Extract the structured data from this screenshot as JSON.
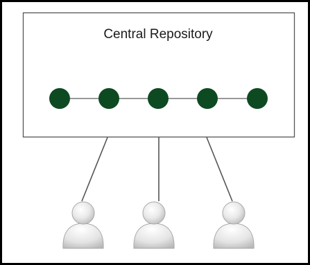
{
  "diagram": {
    "title": "Central Repository",
    "commit_color": "#0d4a22",
    "commit_count": 5,
    "user_count": 3,
    "user_icon": "user-icon"
  }
}
